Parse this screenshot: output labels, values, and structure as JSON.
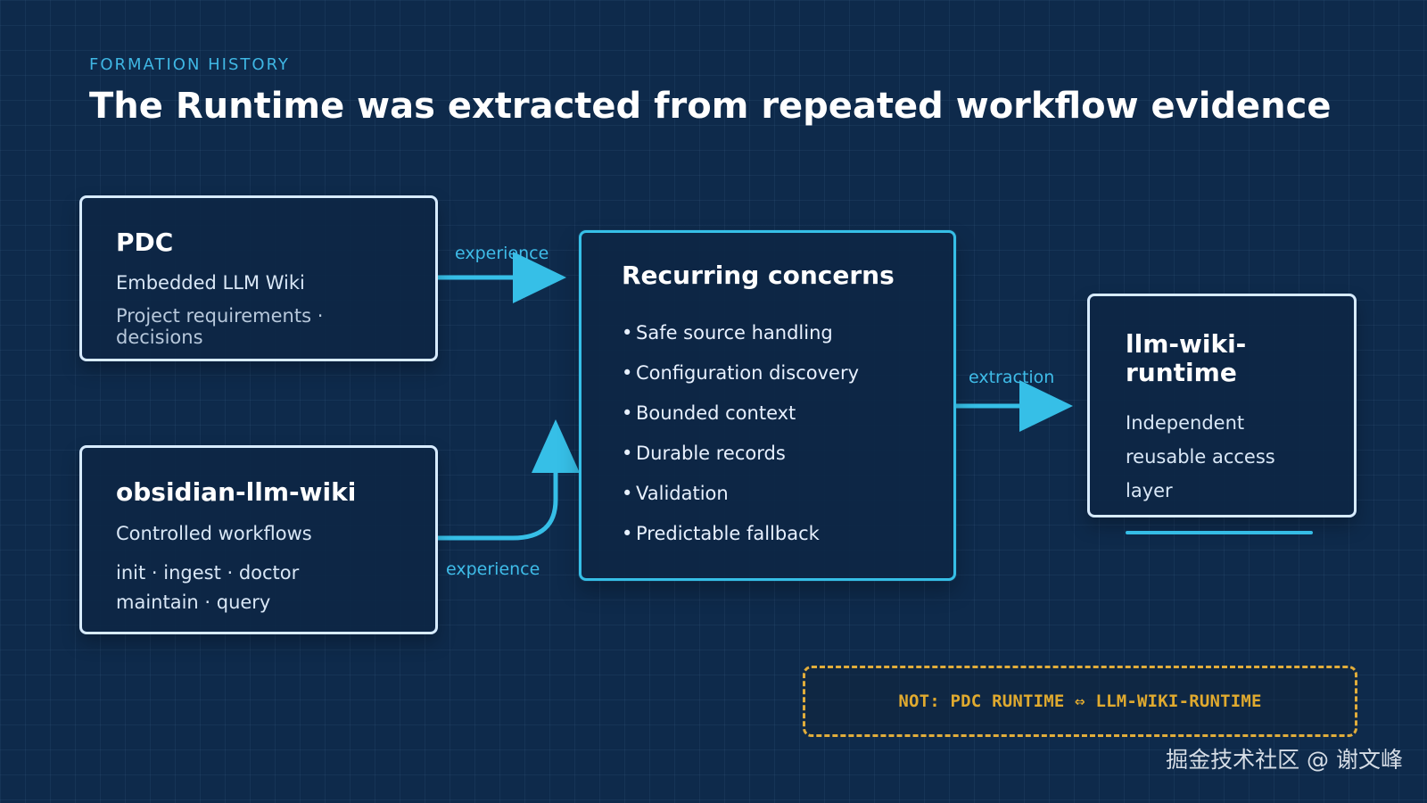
{
  "header": {
    "eyebrow": "FORMATION HISTORY",
    "title": "The Runtime was extracted from repeated workflow evidence"
  },
  "nodes": {
    "pdc": {
      "title": "PDC",
      "subtitle": "Embedded LLM Wiki",
      "detail": "Project requirements · decisions"
    },
    "obsidian": {
      "title": "obsidian-llm-wiki",
      "subtitle": "Controlled workflows",
      "detail_line_1": "init · ingest · doctor",
      "detail_line_2": "maintain · query"
    },
    "concerns": {
      "title": "Recurring concerns",
      "items": [
        "Safe source handling",
        "Configuration discovery",
        "Bounded context",
        "Durable records",
        "Validation",
        "Predictable fallback"
      ]
    },
    "runtime": {
      "title": "llm-wiki-runtime",
      "description": "Independent reusable access layer"
    }
  },
  "edges": {
    "pdc_to_concerns": "experience",
    "obsidian_to_concerns": "experience",
    "concerns_to_runtime": "extraction"
  },
  "warning": {
    "text": "NOT: PDC RUNTIME ⇔ LLM-WIKI-RUNTIME"
  },
  "watermark": {
    "text": "掘金技术社区 @ 谢文峰"
  },
  "colors": {
    "background": "#0e2a4b",
    "accent": "#36bfe7",
    "card_border": "#d7ebff",
    "warning": "#e0aa2f"
  }
}
